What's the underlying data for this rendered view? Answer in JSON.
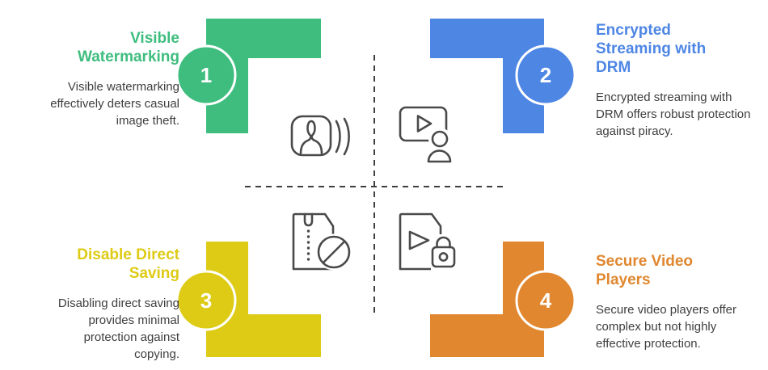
{
  "diagram": {
    "background": "#ffffff",
    "divider_color": "#3f3f3f",
    "icon_color": "#4a4a4a",
    "body_text_color": "#3e3e3e",
    "steps": [
      {
        "number": "1",
        "title": "Visible Watermarking",
        "description": "Visible watermarking effectively deters casual image theft.",
        "color": "#3EBD7E",
        "icon": "photo-watermark-icon"
      },
      {
        "number": "2",
        "title": "Encrypted Streaming with DRM",
        "description": "Encrypted streaming with DRM offers robust protection against piracy.",
        "color": "#4E86E4",
        "icon": "video-streaming-person-icon"
      },
      {
        "number": "3",
        "title": "Disable Direct Saving",
        "description": "Disabling direct saving provides minimal protection against copying.",
        "color": "#DECB15",
        "icon": "zip-file-blocked-icon"
      },
      {
        "number": "4",
        "title": "Secure Video Players",
        "description": "Secure video players offer complex but not highly effective protection.",
        "color": "#E0872F",
        "icon": "video-file-lock-icon"
      }
    ]
  }
}
